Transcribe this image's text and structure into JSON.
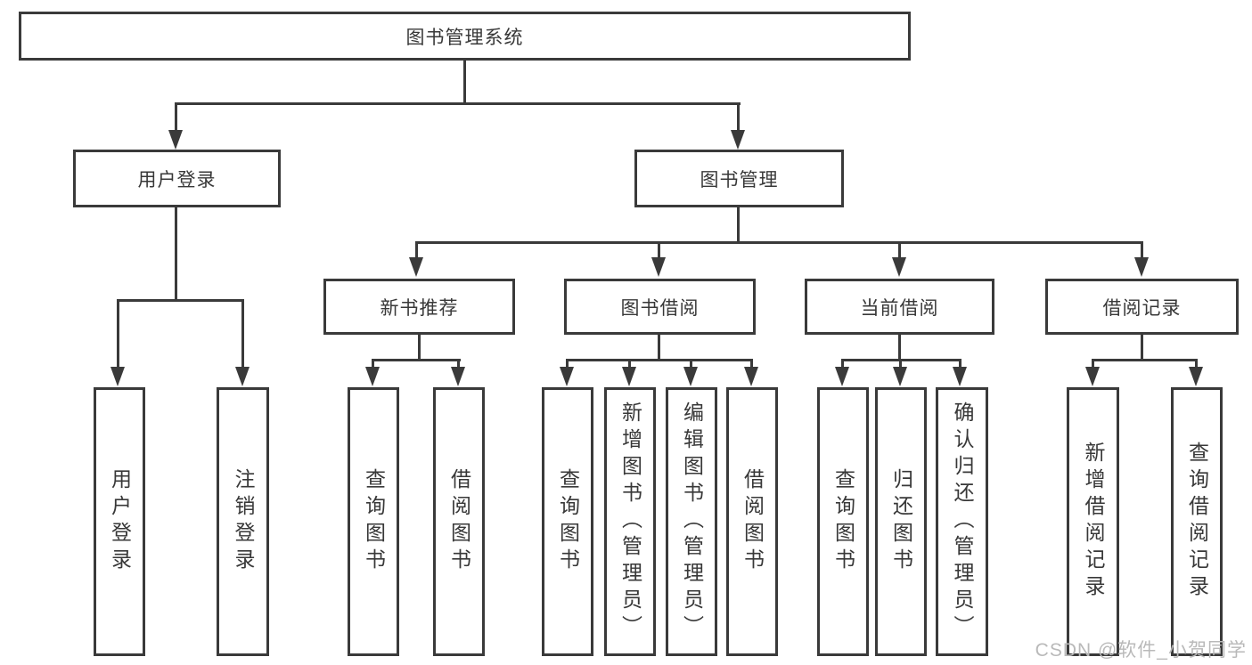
{
  "tree": {
    "label": "图书管理系统",
    "children": [
      {
        "label": "用户登录",
        "children": [
          {
            "label": "用户登录"
          },
          {
            "label": "注销登录"
          }
        ]
      },
      {
        "label": "图书管理",
        "children": [
          {
            "label": "新书推荐",
            "children": [
              {
                "label": "查询图书"
              },
              {
                "label": "借阅图书"
              }
            ]
          },
          {
            "label": "图书借阅",
            "children": [
              {
                "label": "查询图书"
              },
              {
                "label": "新增图书（管理员）"
              },
              {
                "label": "编辑图书（管理员）"
              },
              {
                "label": "借阅图书"
              }
            ]
          },
          {
            "label": "当前借阅",
            "children": [
              {
                "label": "查询图书"
              },
              {
                "label": "归还图书"
              },
              {
                "label": "确认归还（管理员）"
              }
            ]
          },
          {
            "label": "借阅记录",
            "children": [
              {
                "label": "新增借阅记录"
              },
              {
                "label": "查询借阅记录"
              }
            ]
          }
        ]
      }
    ]
  },
  "watermark": {
    "text": "CSDN @软件_小贺同学"
  },
  "colors": {
    "line": "#3a3a3a",
    "text": "#383838",
    "watermark": "#b9b9b9",
    "bg": "#ffffff"
  }
}
